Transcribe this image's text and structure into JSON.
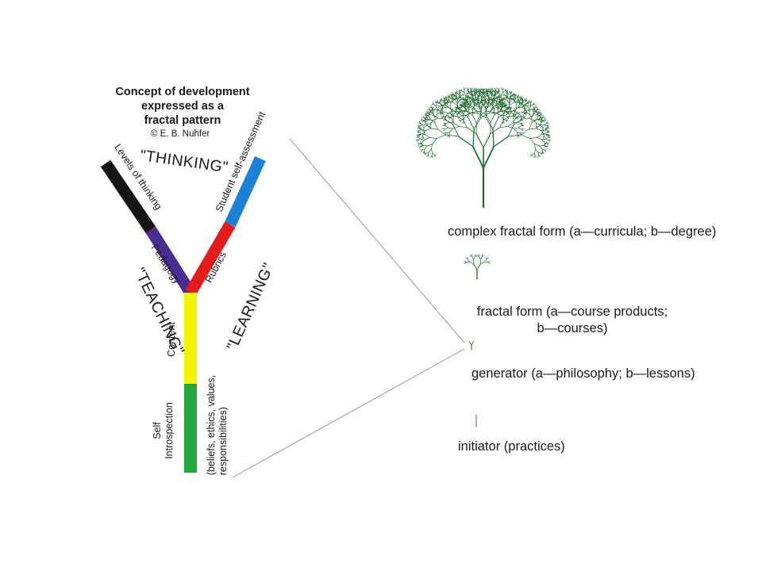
{
  "title": {
    "line1": "Concept of development",
    "line2": "expressed as a",
    "line3": "fractal pattern",
    "credit": "© E. B. Nuhfer"
  },
  "themes": {
    "thinking": "\"THINKING\"",
    "teaching": "\"TEACHING\"",
    "learning": "\"LEARNING\""
  },
  "segments": {
    "levels": "Levels of thinking",
    "pedagogy": "Pedagogy",
    "student": "Student self-assessment",
    "rubrics": "Rubrics",
    "content": "Content",
    "self_line1": "Self",
    "self_line2": "Introspection",
    "beliefs_line1": "(beliefs, ethics, values,",
    "beliefs_line2": "responsibilities)"
  },
  "colors": {
    "black": "#151515",
    "purple": "#4a2c92",
    "red": "#e41b1b",
    "blue": "#1b82d8",
    "yellow": "#f6f200",
    "green": "#23a83a",
    "tree": "#1f6b2f"
  },
  "stages": {
    "complex": "complex fractal form (a—curricula; b—degree)",
    "fractal_line1": "fractal form (a—course products;",
    "fractal_line2": "b—courses)",
    "generator": "generator (a—philosophy; b—lessons)",
    "initiator": "initiator (practices)"
  }
}
